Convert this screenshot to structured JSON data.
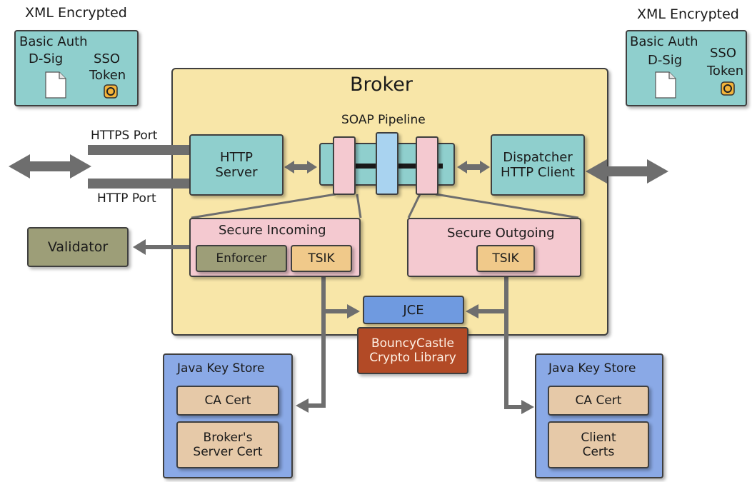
{
  "left_credentials": {
    "caption": "XML Encrypted",
    "basic_auth": "Basic Auth",
    "dsig": "D-Sig",
    "sso_line1": "SSO",
    "sso_line2": "Token",
    "doc_icon": "document-icon",
    "token_icon": "token-icon"
  },
  "right_credentials": {
    "caption": "XML Encrypted",
    "basic_auth": "Basic Auth",
    "dsig": "D-Sig",
    "sso_line1": "SSO",
    "sso_line2": "Token",
    "doc_icon": "document-icon",
    "token_icon": "token-icon"
  },
  "broker": {
    "title": "Broker",
    "pipeline_label": "SOAP Pipeline",
    "https_port": "HTTPS Port",
    "http_port": "HTTP Port",
    "http_server_line1": "HTTP",
    "http_server_line2": "Server",
    "dispatcher_line1": "Dispatcher",
    "dispatcher_line2": "HTTP Client",
    "secure_incoming": {
      "title": "Secure Incoming",
      "enforcer": "Enforcer",
      "tsik": "TSIK"
    },
    "secure_outgoing": {
      "title": "Secure Outgoing",
      "tsik": "TSIK"
    },
    "jce": "JCE"
  },
  "validator": "Validator",
  "crypto_library": {
    "line1": "BouncyCastle",
    "line2": "Crypto Library"
  },
  "left_keystore": {
    "title": "Java Key Store",
    "ca_cert": "CA Cert",
    "server_cert_line1": "Broker's",
    "server_cert_line2": "Server Cert"
  },
  "right_keystore": {
    "title": "Java Key Store",
    "ca_cert": "CA Cert",
    "client_certs_line1": "Client",
    "client_certs_line2": "Certs"
  },
  "colors": {
    "teal": "#8fcfcd",
    "broker_yellow": "#f8e6a8",
    "pink": "#f4c9d0",
    "light_blue": "#a9d3f0",
    "olive": "#9d9e78",
    "orange": "#f0c98a",
    "keystore_blue": "#8aa9e6",
    "tan": "#e6c9a8",
    "rust": "#b24a26",
    "arrow_gray": "#6e6e6e"
  }
}
